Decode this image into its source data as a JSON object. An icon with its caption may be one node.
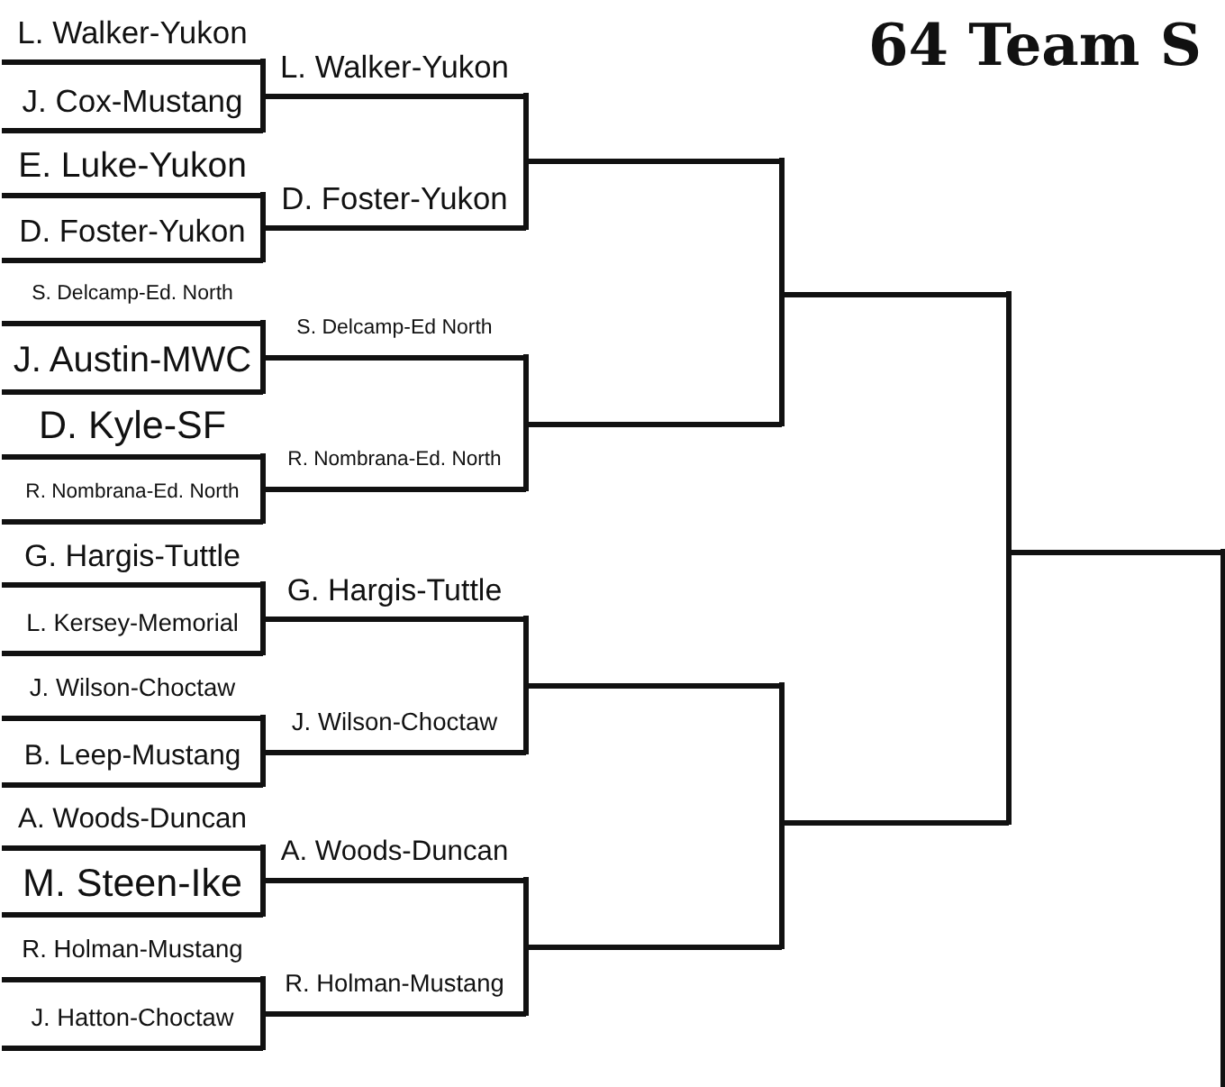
{
  "diagram": {
    "title": "64 Team S",
    "nodes": [
      {
        "text": [
          "L. Walker-Yukon"
        ]
      },
      {
        "text": [
          "J. Cox-Mustang"
        ]
      },
      {
        "text": [
          "E. Luke-Yukon"
        ]
      },
      {
        "text": [
          "D. Foster-Yukon"
        ]
      },
      {
        "text": [
          "S. Delcamp-Ed. North"
        ]
      },
      {
        "text": [
          "J. Austin-MWC"
        ]
      },
      {
        "text": [
          "D. Kyle-SF"
        ]
      },
      {
        "text": [
          "R. Nombrana-Ed. North"
        ]
      },
      {
        "text": [
          "G. Hargis-Tuttle"
        ]
      },
      {
        "text": [
          "L. Kersey-Memorial"
        ]
      },
      {
        "text": [
          "J. Wilson-Choctaw"
        ]
      },
      {
        "text": [
          "B. Leep-Mustang"
        ]
      },
      {
        "text": [
          "A. Woods-Duncan"
        ]
      },
      {
        "text": [
          "M. Steen-Ike"
        ]
      },
      {
        "text": [
          "R. Holman-Mustang"
        ]
      },
      {
        "text": [
          "J. Hatton-Choctaw"
        ]
      },
      {
        "text": [
          "L. Walker-Yukon"
        ]
      },
      {
        "text": [
          "D. Foster-Yukon"
        ]
      },
      {
        "text": [
          "S. Delcamp-Ed North"
        ]
      },
      {
        "text": [
          "R. Nombrana-Ed. North"
        ]
      },
      {
        "text": [
          "G. Hargis-Tuttle"
        ]
      },
      {
        "text": [
          "J. Wilson-Choctaw"
        ]
      },
      {
        "text": [
          "A. Woods-Duncan"
        ]
      },
      {
        "text": [
          "R. Holman-Mustang"
        ]
      },
      {
        "text": [],
        "shape": "line"
      },
      {
        "text": [],
        "shape": "line"
      },
      {
        "text": [],
        "shape": "line"
      },
      {
        "text": [],
        "shape": "line"
      },
      {
        "text": [],
        "shape": "line"
      },
      {
        "text": [],
        "shape": "line"
      },
      {
        "text": [],
        "shape": "line"
      }
    ],
    "edges": [
      {
        "from": 0,
        "to": 16,
        "arrow": "none"
      },
      {
        "from": 1,
        "to": 16,
        "arrow": "none"
      },
      {
        "from": 2,
        "to": 17,
        "arrow": "none"
      },
      {
        "from": 3,
        "to": 17,
        "arrow": "none"
      },
      {
        "from": 4,
        "to": 18,
        "arrow": "none"
      },
      {
        "from": 5,
        "to": 18,
        "arrow": "none"
      },
      {
        "from": 6,
        "to": 19,
        "arrow": "none"
      },
      {
        "from": 7,
        "to": 19,
        "arrow": "none"
      },
      {
        "from": 8,
        "to": 20,
        "arrow": "none"
      },
      {
        "from": 9,
        "to": 20,
        "arrow": "none"
      },
      {
        "from": 10,
        "to": 21,
        "arrow": "none"
      },
      {
        "from": 11,
        "to": 21,
        "arrow": "none"
      },
      {
        "from": 12,
        "to": 22,
        "arrow": "none"
      },
      {
        "from": 13,
        "to": 22,
        "arrow": "none"
      },
      {
        "from": 14,
        "to": 23,
        "arrow": "none"
      },
      {
        "from": 15,
        "to": 23,
        "arrow": "none"
      },
      {
        "from": 16,
        "to": 24,
        "arrow": "none"
      },
      {
        "from": 17,
        "to": 24,
        "arrow": "none"
      },
      {
        "from": 18,
        "to": 25,
        "arrow": "none"
      },
      {
        "from": 19,
        "to": 25,
        "arrow": "none"
      },
      {
        "from": 20,
        "to": 26,
        "arrow": "none"
      },
      {
        "from": 21,
        "to": 26,
        "arrow": "none"
      },
      {
        "from": 22,
        "to": 27,
        "arrow": "none"
      },
      {
        "from": 23,
        "to": 27,
        "arrow": "none"
      },
      {
        "from": 24,
        "to": 28,
        "arrow": "none"
      },
      {
        "from": 25,
        "to": 28,
        "arrow": "none"
      },
      {
        "from": 26,
        "to": 29,
        "arrow": "none"
      },
      {
        "from": 27,
        "to": 29,
        "arrow": "none"
      },
      {
        "from": 28,
        "to": 30,
        "arrow": "none"
      },
      {
        "from": 29,
        "to": 30,
        "arrow": "none"
      },
      {
        "from": 30,
        "to": null,
        "arrow": "none"
      }
    ]
  }
}
